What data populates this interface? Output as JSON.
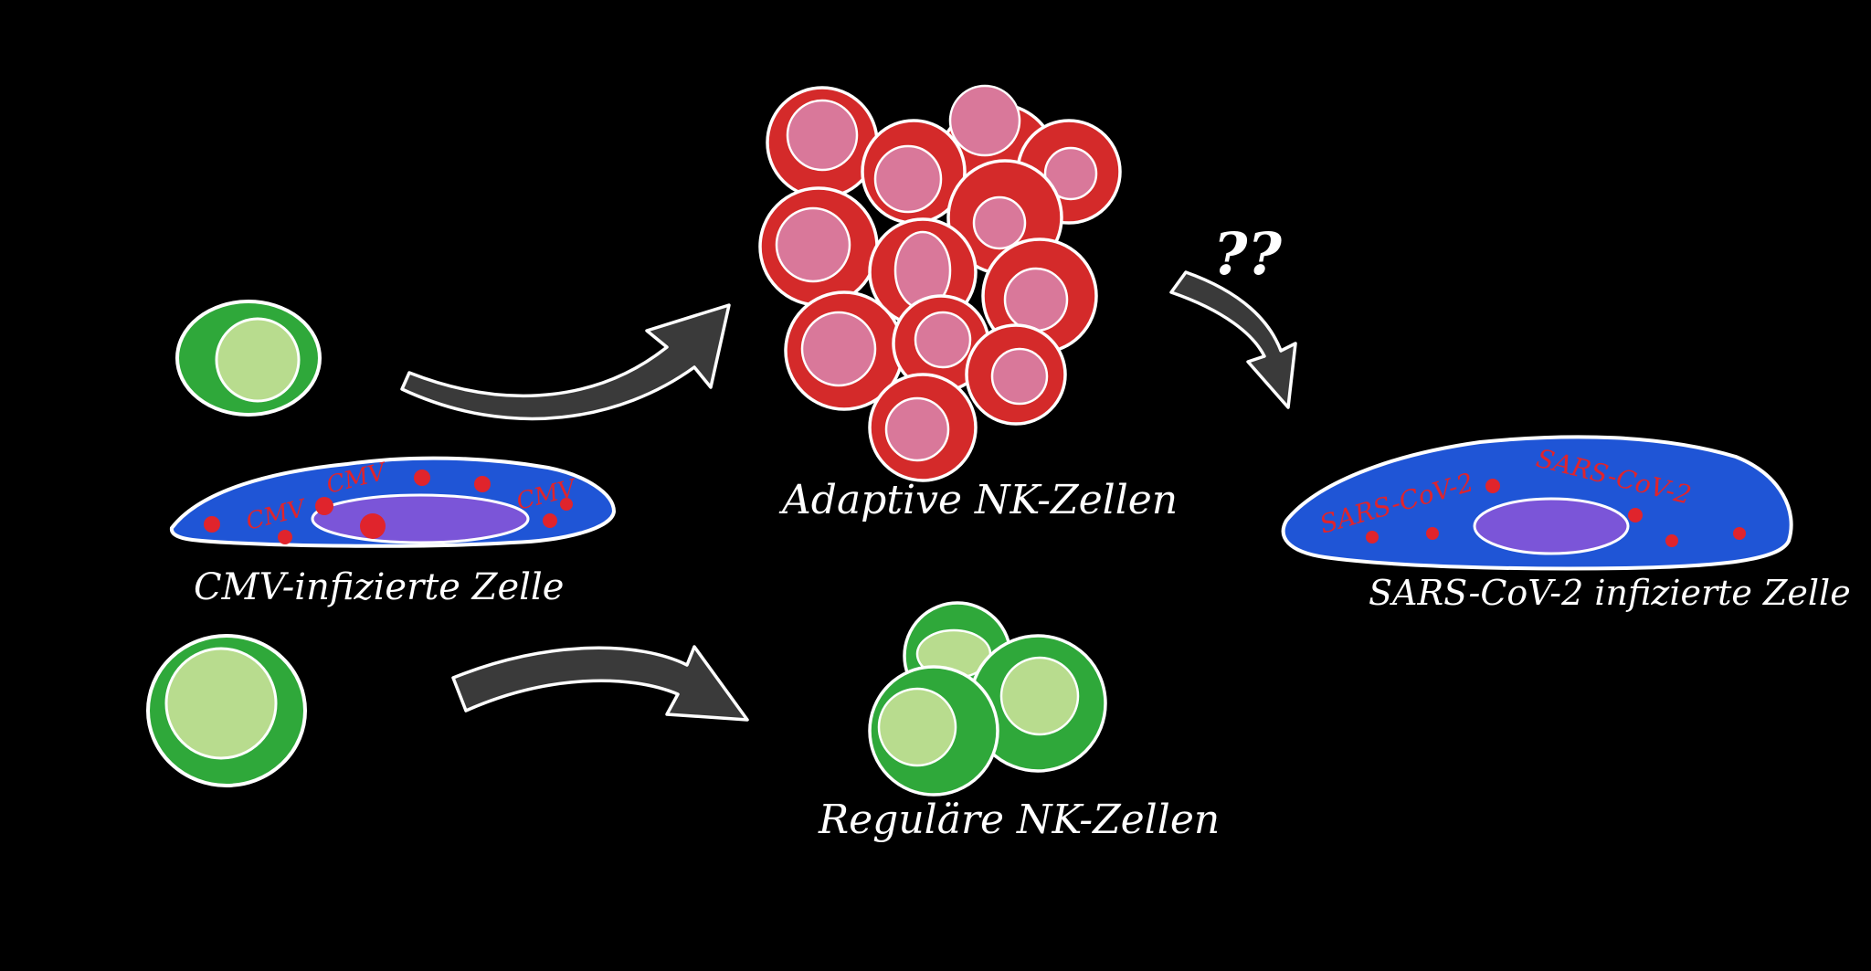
{
  "labels": {
    "cmv_cell": "CMV-infizierte Zelle",
    "adaptive": "Adaptive NK-Zellen",
    "regular": "Reguläre NK-Zellen",
    "sars_cell": "SARS-CoV-2 infizierte Zelle",
    "question": "??"
  },
  "virus_tags": {
    "cmv": [
      "CMV",
      "CMV",
      "CMV"
    ],
    "sars": [
      "SARS-CoV-2",
      "SARS-CoV-2"
    ]
  },
  "colors": {
    "background": "#000000",
    "nk_cell_green": "#2fa83a",
    "nk_nucleus_green": "#b8dc8e",
    "adaptive_red": "#d42a2a",
    "adaptive_nucleus": "#d9789a",
    "infected_cell_blue": "#1f55d6",
    "infected_nucleus": "#7b55d8",
    "virus_red": "#e0242c",
    "arrow_gray": "#3a3a3a",
    "outline": "#ffffff"
  }
}
